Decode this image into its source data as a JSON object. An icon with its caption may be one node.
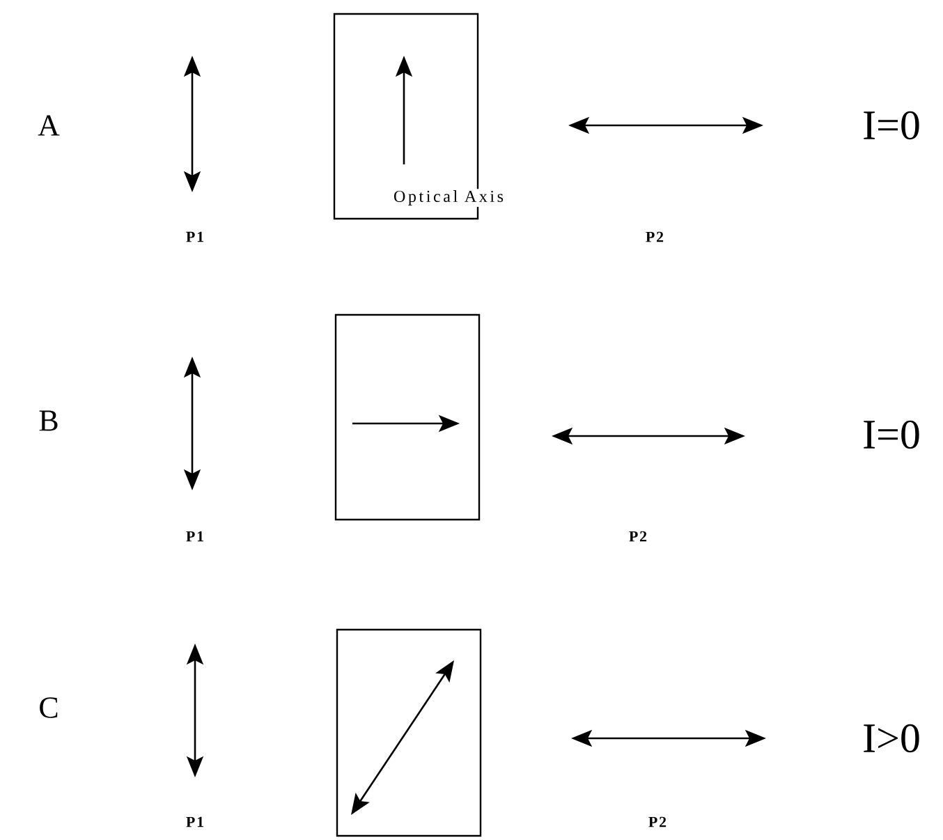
{
  "diagram": {
    "labels": [
      "A",
      "I=0",
      "Optical Axis",
      "P1",
      "P2",
      "B",
      "I=0",
      "P1",
      "P2",
      "C",
      "I>0",
      "P1",
      "P2"
    ]
  }
}
